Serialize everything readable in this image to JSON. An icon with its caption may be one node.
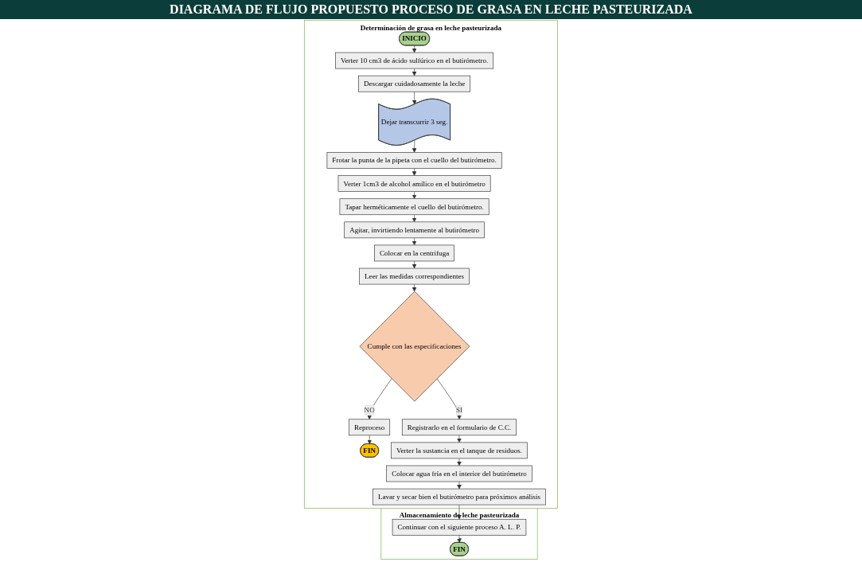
{
  "diagram": {
    "title": "DIAGRAMA DE FLUJO PROPUESTO PROCESO DE GRASA EN LECHE PASTEURIZADA",
    "nodes": [
      {
        "text": [
          "Determinación de grasa en leche pasteurizada"
        ]
      },
      {
        "text": [
          "INICIO"
        ],
        "in": 0
      },
      {
        "text": [
          "Verter 10 cm3 de ácido sulfúrico en el butirómetro."
        ],
        "in": 0
      },
      {
        "text": [
          "Descargar cuidadosamente la leche"
        ],
        "in": 0
      },
      {
        "text": [
          "Dejar transcurrir 3 seg."
        ],
        "in": 0
      },
      {
        "text": [
          "Frotar la punta de la pipeta con el cuello del butirómetro."
        ],
        "in": 0
      },
      {
        "text": [
          "Verter 1cm3 de alcohol amílico en el butirómetro"
        ],
        "in": 0
      },
      {
        "text": [
          "Tapar herméticamente el cuello del butirómetro."
        ],
        "in": 0
      },
      {
        "text": [
          "Agitar, invirtiendo lentamente al butirómetro"
        ],
        "in": 0
      },
      {
        "text": [
          "Colocar en la centrifuga"
        ],
        "in": 0
      },
      {
        "text": [
          "Leer las medidas correspondientes"
        ],
        "in": 0
      },
      {
        "text": [
          "Cumple con las especificaciones"
        ],
        "in": 0
      },
      {
        "text": [
          "Reproceso"
        ],
        "in": 0
      },
      {
        "text": [
          "FIN"
        ],
        "in": 0
      },
      {
        "text": [
          "Registrarlo en el formulario de C.C."
        ],
        "in": 0
      },
      {
        "text": [
          "Verter la sustancia en el tanque de residuos."
        ],
        "in": 0
      },
      {
        "text": [
          "Colocar agua fría en el interior del butirómetro"
        ],
        "in": 0
      },
      {
        "text": [
          "Lavar y secar bien el butirómetro para próximos análisis"
        ],
        "in": 0
      },
      {
        "text": [
          "Almacenamiento de leche pasteurizada"
        ]
      },
      {
        "text": [
          "Continuar con el siguiente proceso A. L. P."
        ],
        "in": 18
      },
      {
        "text": [
          "FIN"
        ],
        "in": 18
      }
    ],
    "edges": [
      {
        "from": 1,
        "to": 2,
        "arrow": "to"
      },
      {
        "from": 2,
        "to": 3,
        "arrow": "to"
      },
      {
        "from": 3,
        "to": 4,
        "arrow": "to"
      },
      {
        "from": 4,
        "to": 5,
        "arrow": "to"
      },
      {
        "from": 5,
        "to": 6,
        "arrow": "to"
      },
      {
        "from": 6,
        "to": 7,
        "arrow": "to"
      },
      {
        "from": 7,
        "to": 8,
        "arrow": "to"
      },
      {
        "from": 8,
        "to": 9,
        "arrow": "to"
      },
      {
        "from": 9,
        "to": 10,
        "arrow": "to"
      },
      {
        "from": 10,
        "to": 11,
        "arrow": "to"
      },
      {
        "from": 11,
        "to": 14,
        "arrow": "to",
        "label": "SI"
      },
      {
        "from": 11,
        "to": 12,
        "arrow": "to",
        "label": "NO"
      },
      {
        "from": 12,
        "to": 13,
        "arrow": "to"
      },
      {
        "from": 14,
        "to": 15,
        "arrow": "to"
      },
      {
        "from": 15,
        "to": 16,
        "arrow": "to"
      },
      {
        "from": 16,
        "to": 17,
        "arrow": "to"
      },
      {
        "from": 17,
        "to": 19,
        "arrow": "to"
      },
      {
        "from": 19,
        "to": 20,
        "arrow": "to"
      }
    ]
  }
}
